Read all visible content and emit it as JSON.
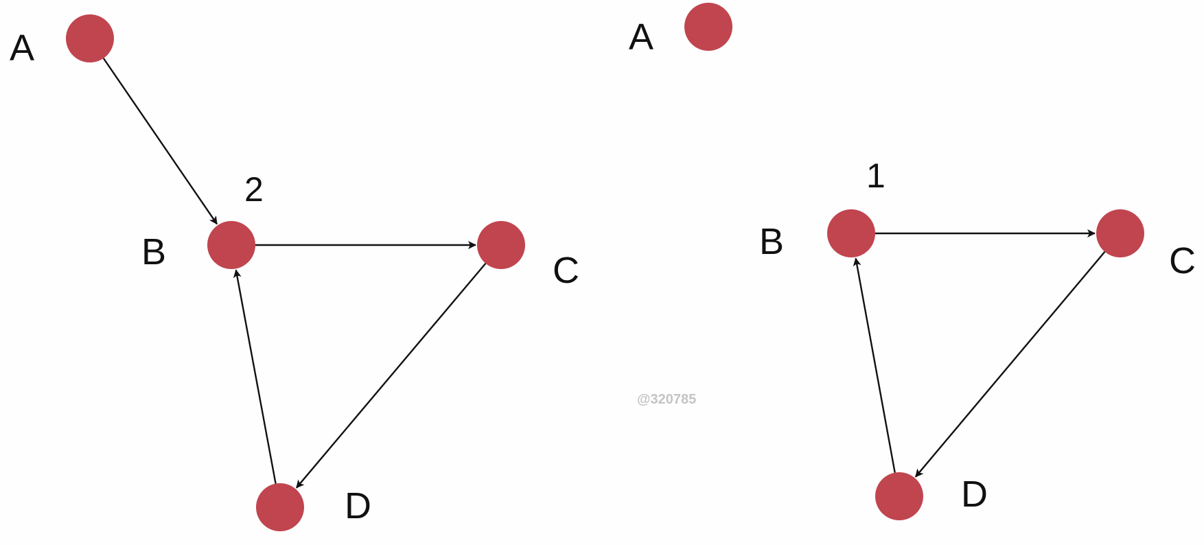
{
  "colors": {
    "node_fill": "#c0454f",
    "edge_stroke": "#111111",
    "background": "#fefefe",
    "watermark": "#c4c4c4"
  },
  "watermark": "@320785",
  "graphs": [
    {
      "nodes": [
        {
          "id": "A",
          "label": "A"
        },
        {
          "id": "B",
          "label": "B"
        },
        {
          "id": "C",
          "label": "C"
        },
        {
          "id": "D",
          "label": "D"
        }
      ],
      "edges": [
        {
          "from": "A",
          "to": "B"
        },
        {
          "from": "B",
          "to": "C"
        },
        {
          "from": "C",
          "to": "D"
        },
        {
          "from": "D",
          "to": "B"
        }
      ],
      "annotation": {
        "node": "B",
        "text": "2"
      }
    },
    {
      "nodes": [
        {
          "id": "A",
          "label": "A"
        },
        {
          "id": "B",
          "label": "B"
        },
        {
          "id": "C",
          "label": "C"
        },
        {
          "id": "D",
          "label": "D"
        }
      ],
      "edges": [
        {
          "from": "B",
          "to": "C"
        },
        {
          "from": "C",
          "to": "D"
        },
        {
          "from": "D",
          "to": "B"
        }
      ],
      "annotation": {
        "node": "B",
        "text": "1"
      }
    }
  ]
}
